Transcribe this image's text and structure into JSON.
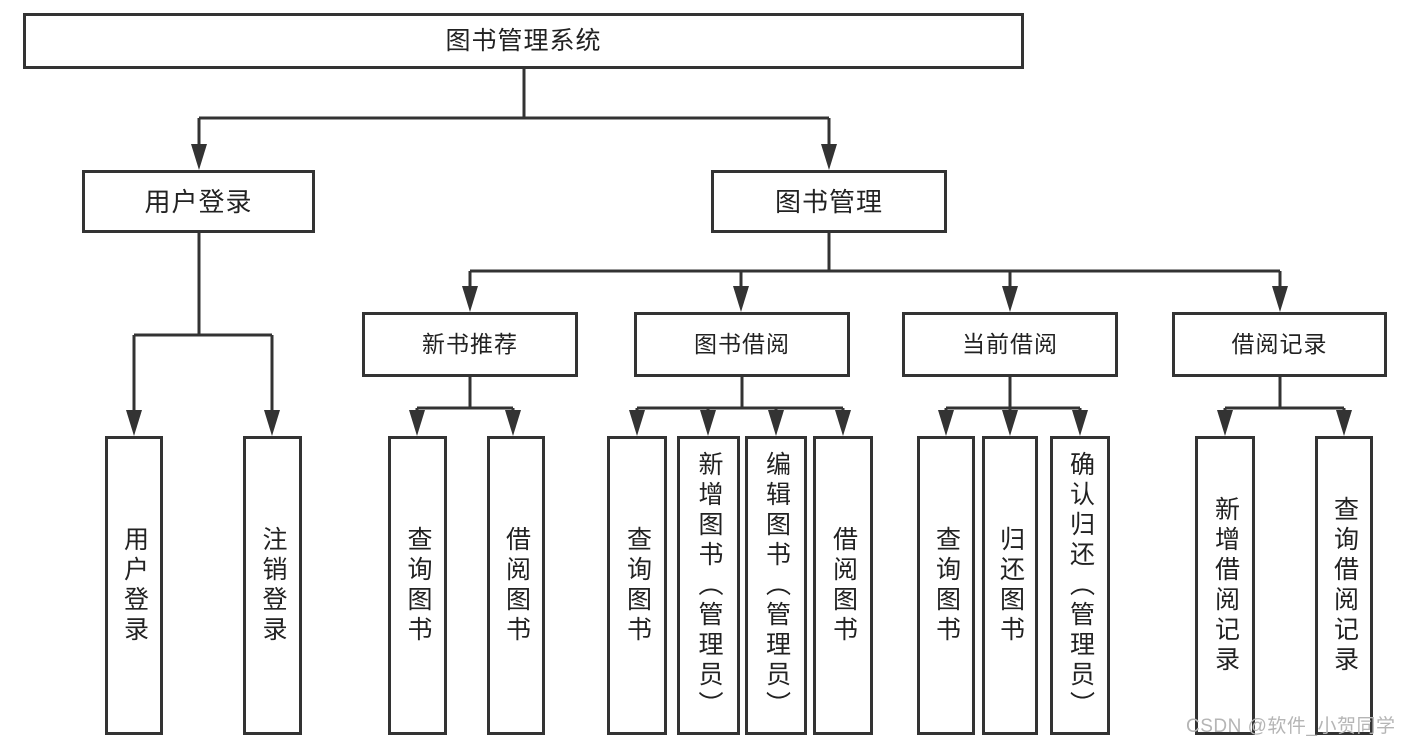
{
  "diagram": {
    "title": "图书管理系统",
    "watermark": "CSDN @软件_小贺同学",
    "nodes": {
      "root": {
        "label": "图书管理系统"
      },
      "user_login": {
        "label": "用户登录"
      },
      "book_mgmt": {
        "label": "图书管理"
      },
      "new_book_rec": {
        "label": "新书推荐"
      },
      "book_borrow": {
        "label": "图书借阅"
      },
      "current_borrow": {
        "label": "当前借阅"
      },
      "borrow_records": {
        "label": "借阅记录"
      },
      "ul_user_login": {
        "label": "用户登录"
      },
      "ul_logout": {
        "label": "注销登录"
      },
      "nb_query_books": {
        "label": "查询图书"
      },
      "nb_borrow_books": {
        "label": "借阅图书"
      },
      "bb_query_books": {
        "label": "查询图书"
      },
      "bb_add_books": {
        "label": "新增图书（管理员）"
      },
      "bb_edit_books": {
        "label": "编辑图书（管理员）"
      },
      "bb_borrow_books": {
        "label": "借阅图书"
      },
      "cb_query_books": {
        "label": "查询图书"
      },
      "cb_return_books": {
        "label": "归还图书"
      },
      "cb_confirm_return": {
        "label": "确认归还（管理员）"
      },
      "br_add_record": {
        "label": "新增借阅记录"
      },
      "br_query_record": {
        "label": "查询借阅记录"
      }
    }
  }
}
